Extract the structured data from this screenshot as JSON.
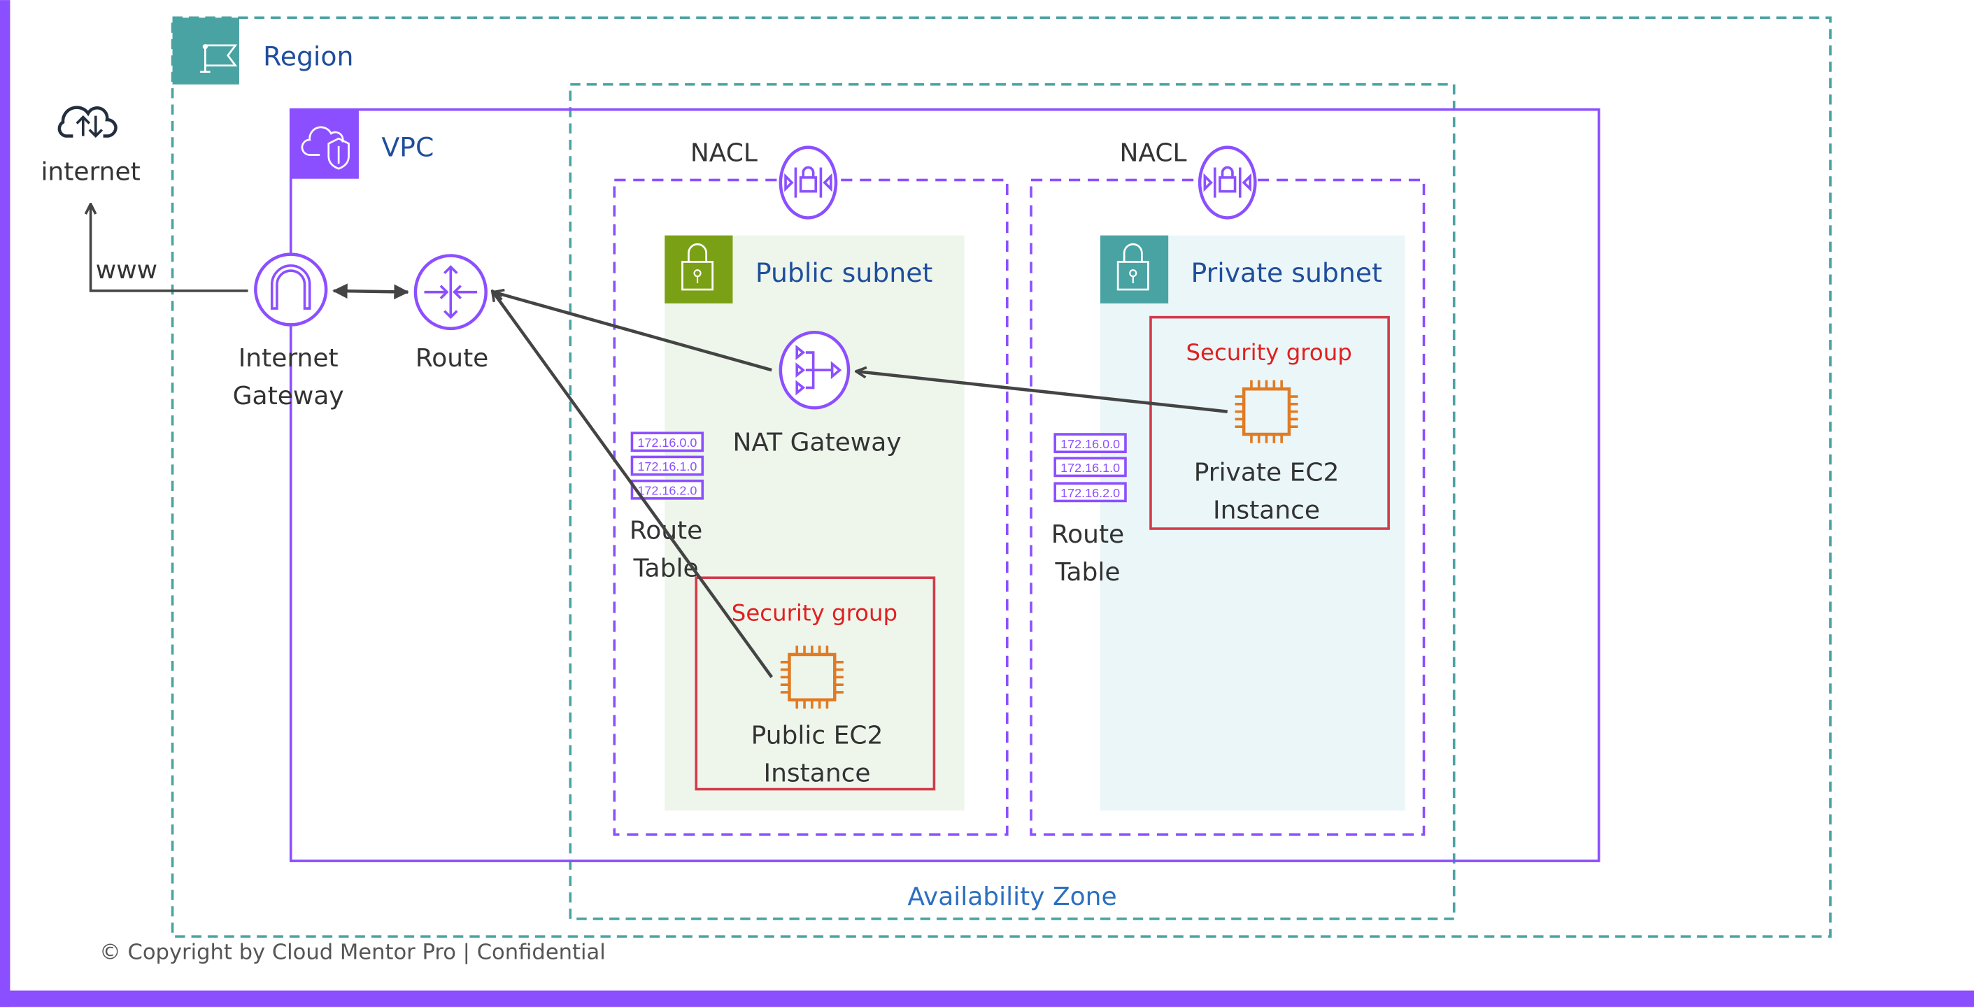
{
  "labels": {
    "region": "Region",
    "vpc": "VPC",
    "internet": "internet",
    "www": "www",
    "internet_gateway": [
      "Internet",
      "Gateway"
    ],
    "route": "Route",
    "nacl_public": "NACL",
    "nacl_private": "NACL",
    "public_subnet": "Public subnet",
    "private_subnet": "Private subnet",
    "nat_gateway": "NAT Gateway",
    "route_table_public": [
      "Route",
      "Table"
    ],
    "route_table_private": [
      "Route",
      "Table"
    ],
    "route_entries": [
      "172.16.0.0",
      "172.16.1.0",
      "172.16.2.0"
    ],
    "security_group_public": "Security group",
    "security_group_private": "Security group",
    "public_ec2": [
      "Public EC2",
      "Instance"
    ],
    "private_ec2": [
      "Private EC2",
      "Instance"
    ],
    "availability_zone": "Availability Zone",
    "copyright": "© Copyright by Cloud Mentor Pro | Confidential"
  },
  "colors": {
    "accent": "#8c4fff",
    "region": "#4aa3a3",
    "public_subnet": "#7aa116",
    "security_group": "#d13b4b",
    "ec2": "#e07b24"
  },
  "icons": [
    "flag-icon",
    "vpc-cloud-shield-icon",
    "cloud-upload-download-icon",
    "internet-gateway-icon",
    "router-icon",
    "nacl-icon",
    "lock-icon",
    "nat-gateway-icon",
    "ec2-chip-icon"
  ]
}
